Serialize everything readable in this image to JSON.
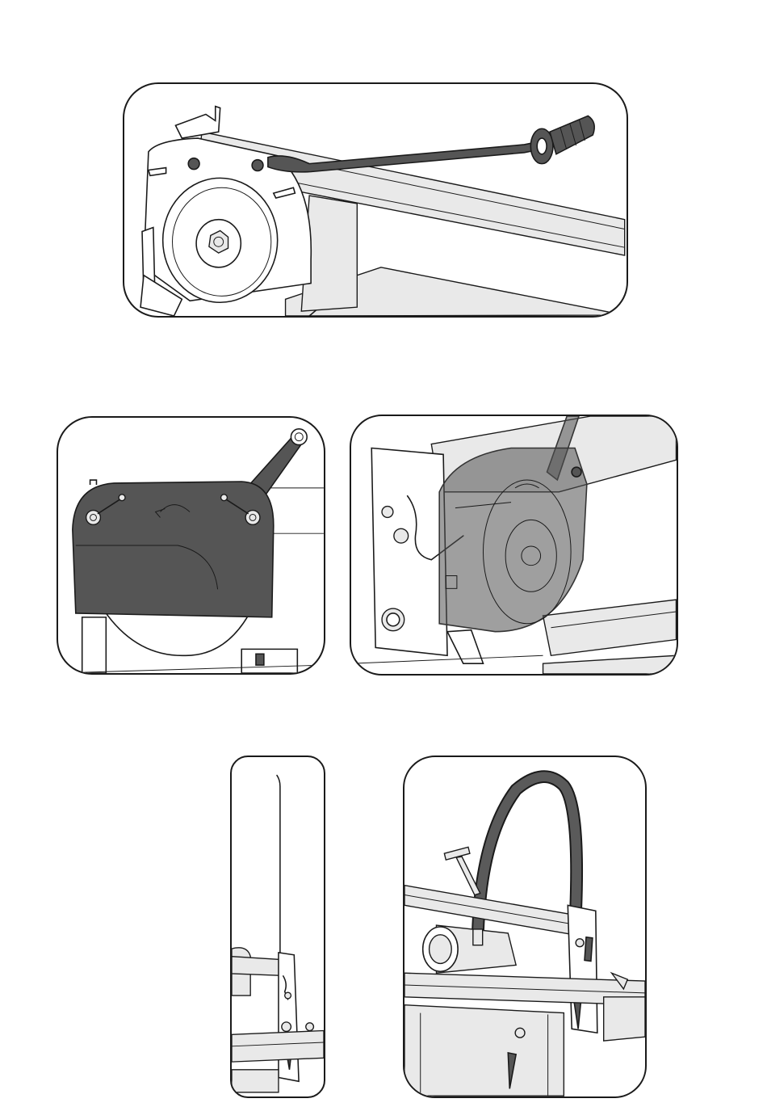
{
  "page": {
    "background": "#ffffff",
    "frame_color": "#1a1a1a",
    "accent_dark": "#555555"
  },
  "figures": [
    {
      "id": "figure-1",
      "icon": "saw-blade-with-handle-icon"
    },
    {
      "id": "figure-2",
      "icon": "blade-guard-front-icon"
    },
    {
      "id": "figure-3",
      "icon": "blade-guard-side-icon"
    },
    {
      "id": "figure-4",
      "icon": "rod-side-view-icon"
    },
    {
      "id": "figure-5",
      "icon": "hose-arc-assembly-icon"
    }
  ]
}
